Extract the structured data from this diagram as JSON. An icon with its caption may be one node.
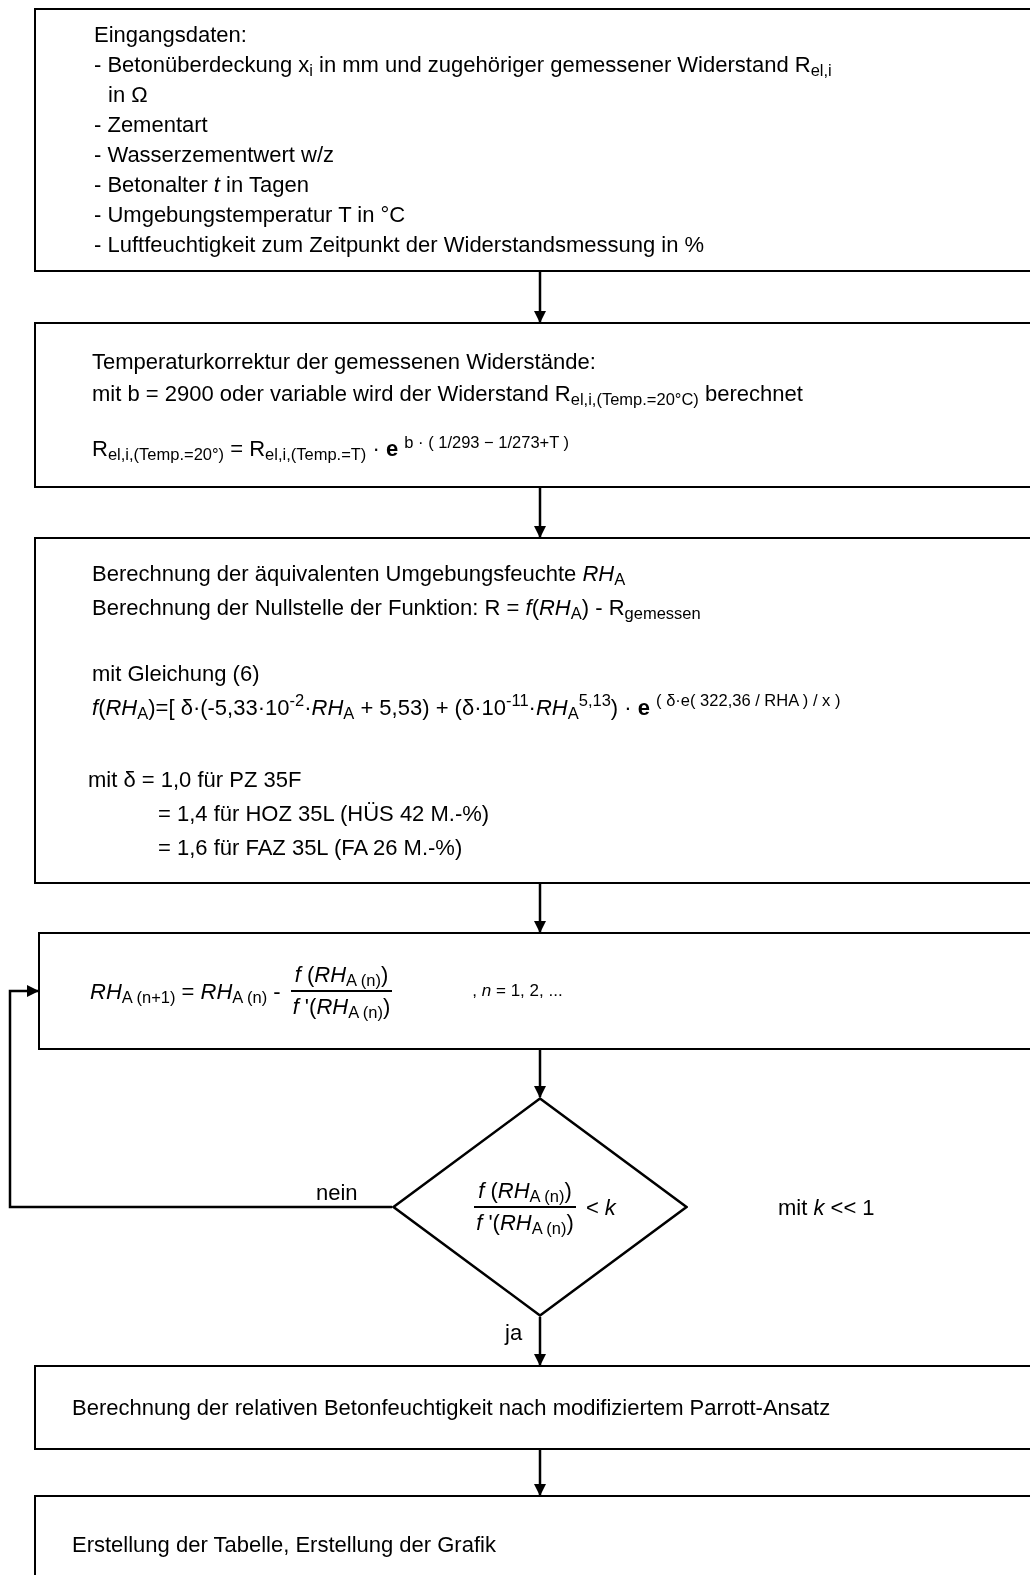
{
  "diagram": {
    "nodes": [
      {
        "text": [
          "Eingangsdaten:",
          "- Betonüberdeckung x$_{i}$ in mm und zugehöriger gemessener Widerstand R$_{el,i}$  in Ω",
          "- Zementart",
          "- Wasserzementwert w/z",
          "- Betonalter *t* in Tagen",
          "- Umgebungstemperatur T in °C",
          "- Luftfeuchtigkeit zum Zeitpunkt der Widerstandsmessung in %"
        ]
      },
      {
        "text": [
          "Temperaturkorrektur der gemessenen Widerstände:",
          "mit b = 2900 oder variable  wird der Widerstand R$_{el,i,(Temp.=20°C)}$ berechnet",
          "R$_{el,i,(Temp.=20°)}$ =  R$_{el,i,(Temp.=T)}$ · **e** $^{b · ( 1/293 − 1/273+T )}$"
        ]
      },
      {
        "text": [
          "Berechnung der äquivalenten Umgebungsfeuchte *RH*$_{A}$",
          "Berechnung der Nullstelle der Funktion: R = *f*(*RH*$_{A}$) - R$_{gemessen}$",
          "mit Gleichung (6)",
          "*f*(*RH*$_{A}$)=[ δ·(-5,33·10$^{-2}$·*RH*$_{A}$ + 5,53) + (δ·10$^{-11}$·*RH*$_{A}$$^{5,13}$) · **e** $^{( δ·e( 322,36 / RHA ) / x )}$",
          "mit  δ = 1,0 für PZ 35F",
          "= 1,4 für HOZ 35L (HÜS 42 M.-%)",
          "= 1,6 für FAZ 35L (FA 26 M.-%)"
        ]
      },
      {
        "text": [
          "*RH*$_{A (n+1)}$ = *RH*$_{A (n)}$ -",
          "*f* (*RH*$_{A (n)}$)",
          "*f* '(*RH*$_{A (n)}$)",
          ", *n* = 1, 2, ..."
        ]
      },
      {
        "text": [
          "*f* (*RH*$_{A (n)}$)",
          "*f* '(*RH*$_{A (n)}$)",
          "< *k*"
        ]
      },
      {
        "text": [
          "Berechnung der relativen Betonfeuchtigkeit nach modifiziertem Parrott-Ansatz"
        ]
      },
      {
        "text": [
          "Erstellung der Tabelle, Erstellung der Grafik"
        ]
      }
    ],
    "edges": [
      {
        "from": 0,
        "to": 1,
        "arrow": "to"
      },
      {
        "from": 1,
        "to": 2,
        "arrow": "to"
      },
      {
        "from": 2,
        "to": 3,
        "arrow": "to"
      },
      {
        "from": 3,
        "to": 4,
        "arrow": "to"
      },
      {
        "from": 4,
        "to": 3,
        "arrow": "to",
        "label": "nein"
      },
      {
        "from": 4,
        "to": 5,
        "arrow": "to",
        "label": "ja"
      },
      {
        "from": 5,
        "to": 6,
        "arrow": "to"
      }
    ],
    "labels": [
      "mit   *k* << 1"
    ]
  }
}
